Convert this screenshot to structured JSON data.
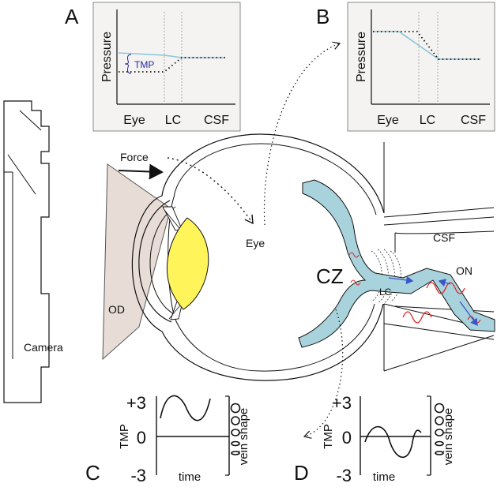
{
  "panels": {
    "A": {
      "letter": "A",
      "y_label": "Pressure",
      "x_ticks": [
        "Eye",
        "LC",
        "CSF"
      ],
      "annotation": "TMP"
    },
    "B": {
      "letter": "B",
      "y_label": "Pressure",
      "x_ticks": [
        "Eye",
        "LC",
        "CSF"
      ]
    },
    "C": {
      "letter": "C",
      "y_label": "TMP",
      "x_label": "time",
      "y_ticks": [
        "+3",
        "0",
        "-3"
      ],
      "right_label": "vein shape"
    },
    "D": {
      "letter": "D",
      "y_label": "TMP",
      "x_label": "time",
      "y_ticks": [
        "+3",
        "0",
        "-3"
      ],
      "right_label": "vein shape"
    }
  },
  "diagram": {
    "camera": "Camera",
    "od": "OD",
    "force": "Force",
    "eye": "Eye",
    "csf": "CSF",
    "on": "ON",
    "cz": "CZ",
    "lc": "LC"
  },
  "colors": {
    "cornea_fill": "#e8ddd6",
    "lens": "#fff45a",
    "vessel": "#a9d3dc",
    "eye_curve": "#89c7d8",
    "tmp_brace": "#2a2aa0",
    "flow_red": "#e02020",
    "flow_blue": "#3a55c8",
    "panel_bg": "#f4f3f2"
  }
}
